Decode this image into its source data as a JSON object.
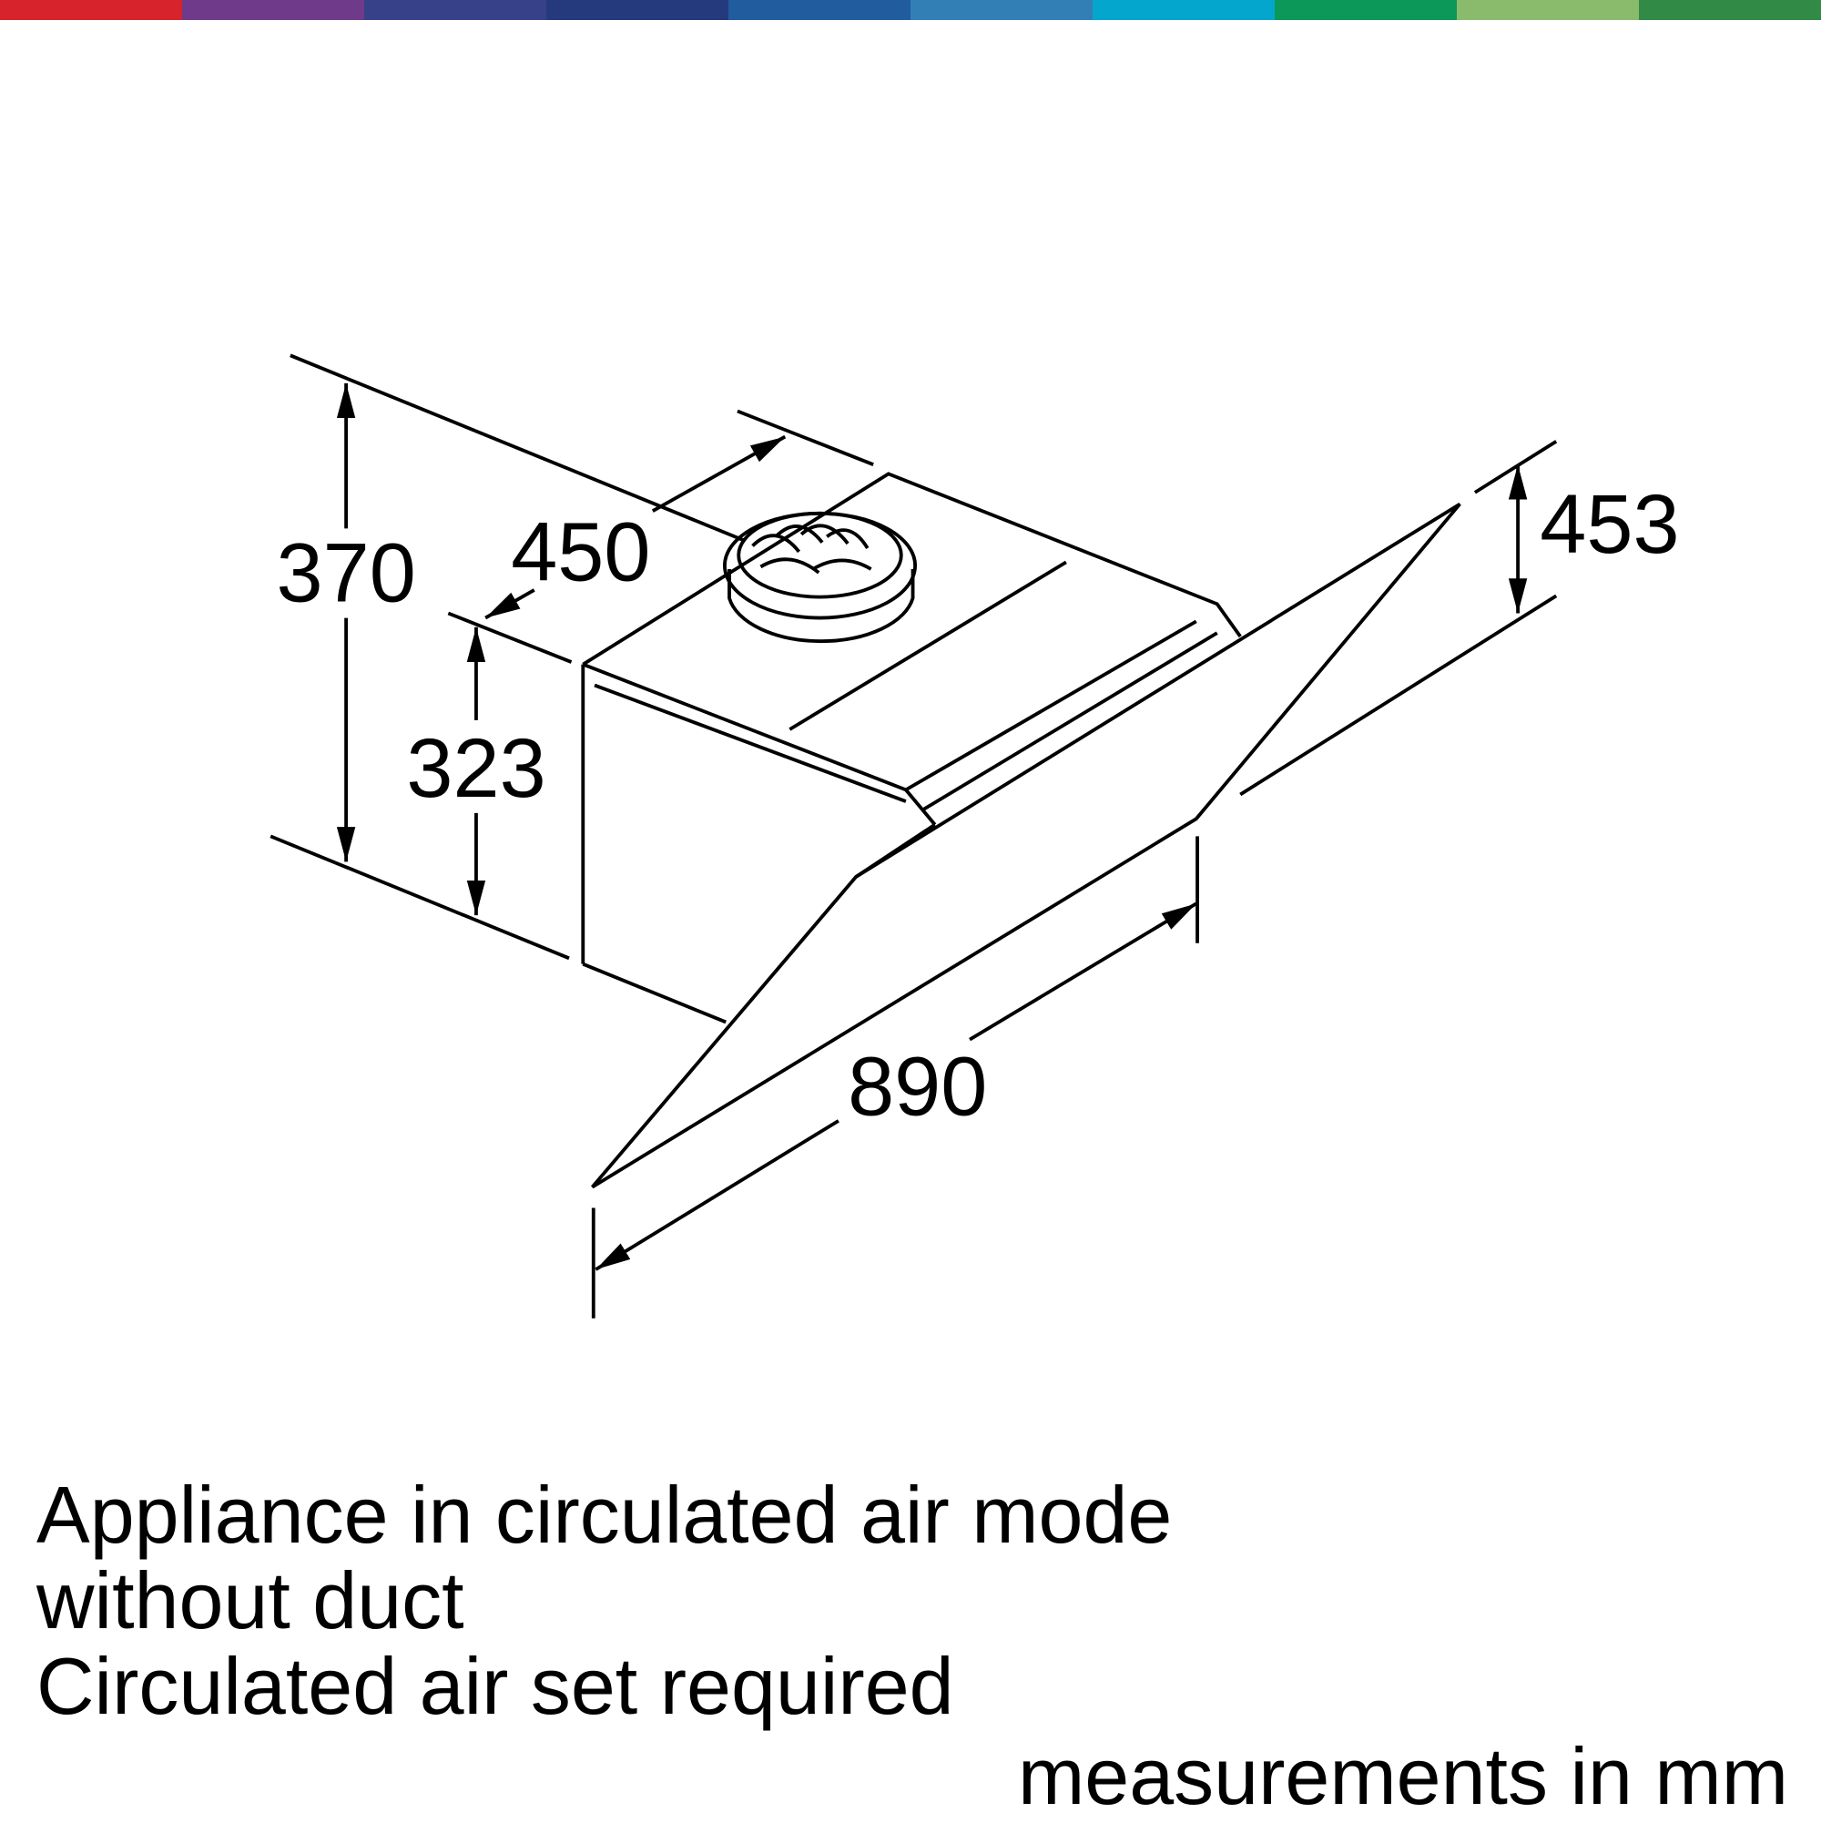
{
  "color_bar": [
    "#d7232b",
    "#6f3a8a",
    "#37418a",
    "#253a7c",
    "#215c9e",
    "#327fb5",
    "#05a6ce",
    "#0c9858",
    "#8abb6c",
    "#318a46"
  ],
  "dimensions": {
    "height_total": "370",
    "depth": "450",
    "height_body": "323",
    "height_glass": "453",
    "width": "890"
  },
  "caption": {
    "line1": "Appliance in circulated air mode",
    "line2": "without duct",
    "line3": "Circulated air set required"
  },
  "units": "measurements in mm"
}
